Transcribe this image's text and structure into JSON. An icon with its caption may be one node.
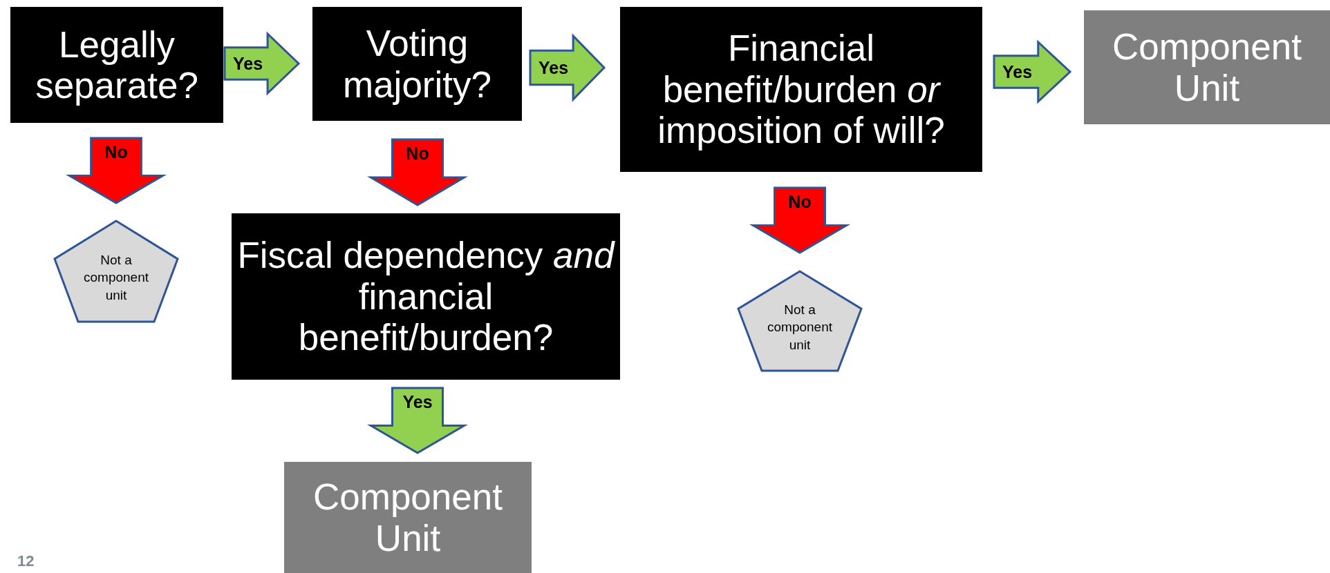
{
  "diagram": {
    "nodes": [
      {
        "text": [
          "Legally separate?"
        ]
      },
      {
        "text": [
          "Voting majority?"
        ]
      },
      {
        "text": [
          "Financial benefit/burden *or* imposition of will?"
        ]
      },
      {
        "text": [
          "Component Unit"
        ]
      },
      {
        "text": [
          "Not a component unit"
        ]
      },
      {
        "text": [
          "Fiscal dependency *and* financial benefit/burden?"
        ]
      },
      {
        "text": [
          "Not a component unit"
        ]
      },
      {
        "text": [
          "Component Unit"
        ]
      }
    ],
    "edges": [
      {
        "from": 0,
        "to": 1,
        "arrow": "to",
        "label": "Yes"
      },
      {
        "from": 1,
        "to": 2,
        "arrow": "to",
        "label": "Yes"
      },
      {
        "from": 2,
        "to": 3,
        "arrow": "to",
        "label": "Yes"
      },
      {
        "from": 0,
        "to": 4,
        "arrow": "to",
        "label": "No",
        "color": "#ff0000"
      },
      {
        "from": 1,
        "to": 5,
        "arrow": "to",
        "label": "No",
        "color": "#ff0000"
      },
      {
        "from": 2,
        "to": 6,
        "arrow": "to",
        "label": "No",
        "color": "#ff0000"
      },
      {
        "from": 5,
        "to": 7,
        "arrow": "to",
        "label": "Yes"
      }
    ],
    "labels": [
      "12"
    ]
  }
}
